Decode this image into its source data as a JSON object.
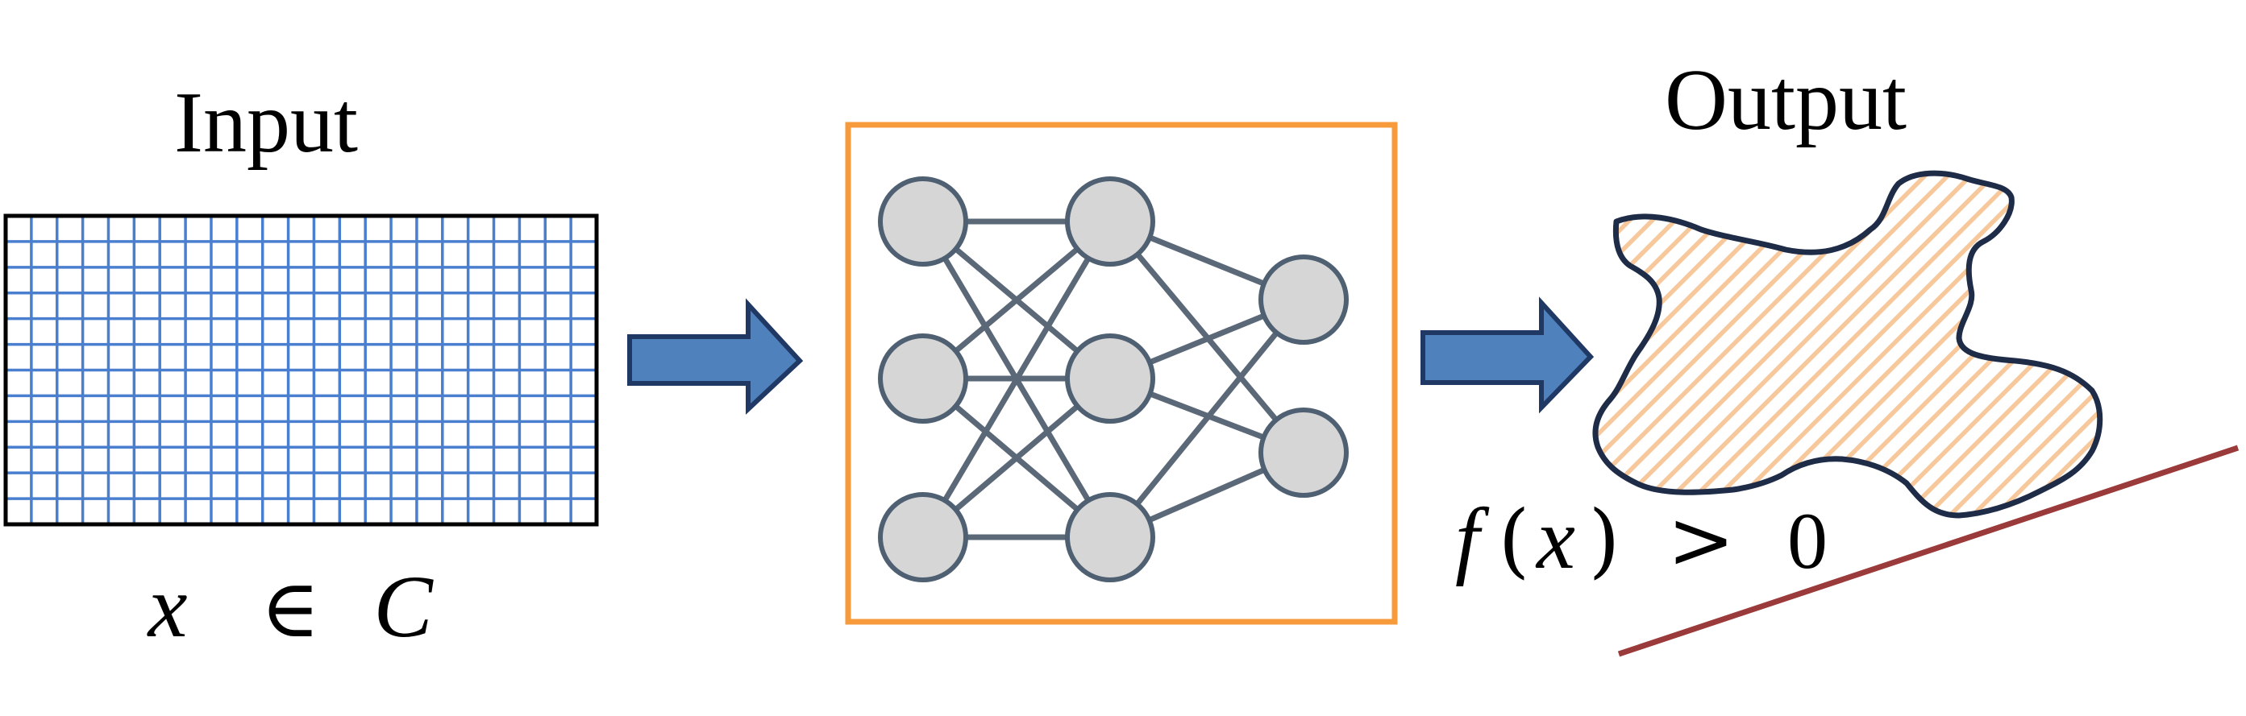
{
  "input": {
    "title": "Input",
    "grid_columns": 23,
    "grid_rows": 12
  },
  "output": {
    "title": "Output"
  },
  "math": {
    "input_var": "x",
    "in_symbol": "∈",
    "set_name": "C",
    "func_name": "f",
    "paren_open": "(",
    "paren_close": ")",
    "gt_symbol": ">",
    "zero": "0"
  },
  "network": {
    "layer_sizes": [
      3,
      3,
      2
    ]
  },
  "colors": {
    "grid_line": "#4a7fd0",
    "grid_border": "#000000",
    "arrow_fill": "#4f81bd",
    "arrow_stroke": "#1f3864",
    "box_stroke": "#f79a3c",
    "node_fill": "#d6d6d6",
    "node_stroke": "#4f6072",
    "edge": "#5a6878",
    "blob_stroke": "#1e2c48",
    "hatch": "#f7c89b",
    "boundary_line": "#9b3a3a"
  }
}
